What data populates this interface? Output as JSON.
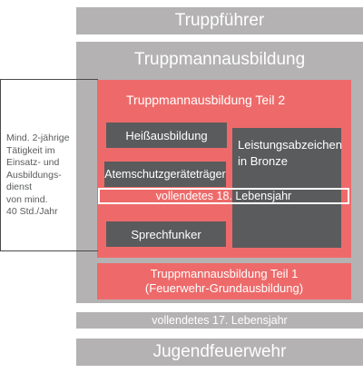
{
  "levels": {
    "trupp_fuehrer": "Truppführer",
    "truppmann_ausbildung": "Truppmannausbildung",
    "teil2_title": "Truppmannausbildung Teil 2",
    "heiss": "Heißausbildung",
    "leistung": "Leistungsabzeichen in Bronze",
    "atemschutz": "Atemschutzgeräteträger",
    "lebensjahr18": "vollendetes 18. Lebensjahr",
    "sprechfunker": "Sprechfunker",
    "teil1_line1": "Truppmannausbildung Teil 1",
    "teil1_line2": "(Feuerwehr-Grundausbildung)",
    "lebensjahr17": "vollendetes 17. Lebensjahr",
    "jugend": "Jugendfeuerwehr"
  },
  "side_note": [
    "Mind. 2-jährige",
    "Tätigkeit im",
    "Einsatz- und",
    "Ausbildungs-",
    "dienst",
    "von mind.",
    "40 Std./Jahr"
  ],
  "colors": {
    "gray": "#b4b2b3",
    "red": "#ee6a6a",
    "dark": "#5a5b5d",
    "outline": "#4a4a4a"
  }
}
